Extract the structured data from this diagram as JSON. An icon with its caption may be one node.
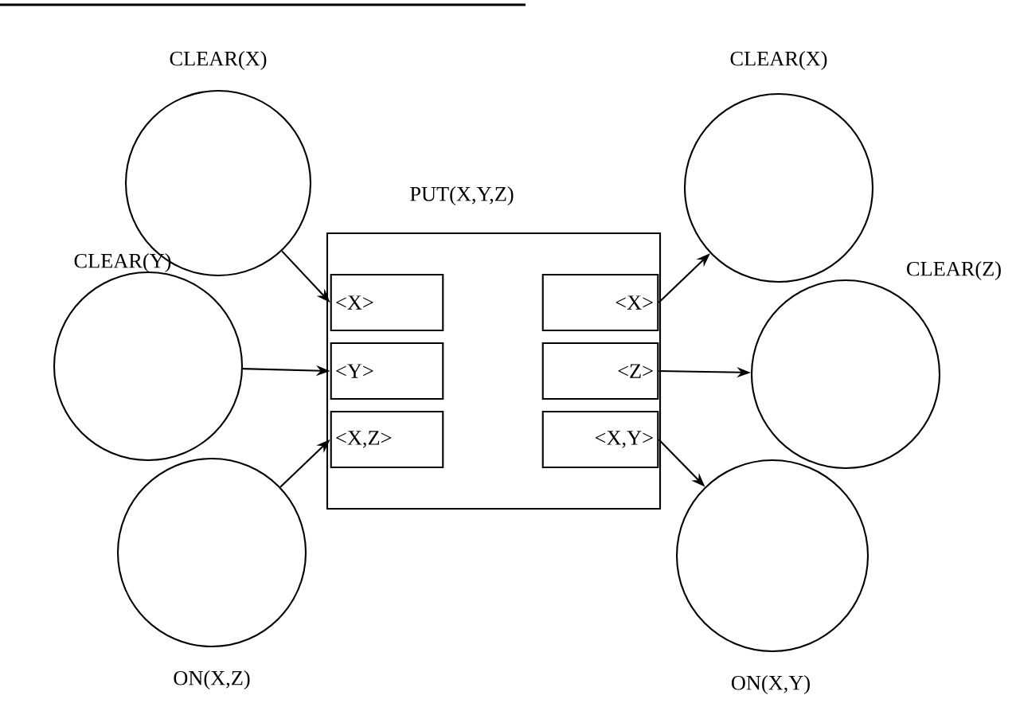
{
  "diagram": {
    "nodes": [
      {
        "text": [
          "CLEAR(X)"
        ]
      },
      {
        "text": [
          "CLEAR(Y)"
        ]
      },
      {
        "text": [
          "ON(X,Z)"
        ]
      },
      {
        "text": [
          "PUT(X,Y,Z)"
        ]
      },
      {
        "text": [
          "<X>"
        ],
        "in": 3
      },
      {
        "text": [
          "<Y>"
        ],
        "in": 3
      },
      {
        "text": [
          "<X,Z>"
        ],
        "in": 3
      },
      {
        "text": [
          "<X>"
        ],
        "in": 3
      },
      {
        "text": [
          "<Z>"
        ],
        "in": 3
      },
      {
        "text": [
          "<X,Y>"
        ],
        "in": 3
      },
      {
        "text": [
          "CLEAR(X)"
        ]
      },
      {
        "text": [
          "CLEAR(Z)"
        ]
      },
      {
        "text": [
          "ON(X,Y)"
        ]
      }
    ],
    "edges": [
      {
        "from": 0,
        "to": 4,
        "arrow": "to"
      },
      {
        "from": 1,
        "to": 5,
        "arrow": "to"
      },
      {
        "from": 2,
        "to": 6,
        "arrow": "to"
      },
      {
        "from": 7,
        "to": 10,
        "arrow": "to"
      },
      {
        "from": 8,
        "to": 11,
        "arrow": "to"
      },
      {
        "from": 9,
        "to": 12,
        "arrow": "to"
      }
    ]
  }
}
